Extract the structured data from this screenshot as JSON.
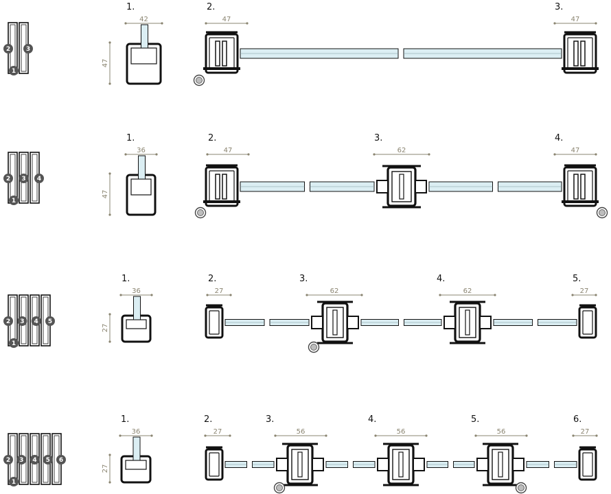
{
  "colors": {
    "frame": "#111111",
    "glass": "#dbeef3",
    "badge": "#555555",
    "dim_line": "#8a8470",
    "wheel": "#bdbdbd"
  },
  "rows": [
    {
      "icon_badges": [
        "1",
        "2",
        "3"
      ],
      "detail": {
        "label": "1.",
        "width": "42",
        "height": "47"
      },
      "sections": [
        {
          "label": "2.",
          "dim": "47"
        },
        {
          "label": "3.",
          "dim": "47"
        }
      ]
    },
    {
      "icon_badges": [
        "1",
        "2",
        "3",
        "4"
      ],
      "detail": {
        "label": "1.",
        "width": "36",
        "height": "47"
      },
      "sections": [
        {
          "label": "2.",
          "dim": "47"
        },
        {
          "label": "3.",
          "dim": "62"
        },
        {
          "label": "4.",
          "dim": "47"
        }
      ]
    },
    {
      "icon_badges": [
        "1",
        "2",
        "3",
        "4",
        "5"
      ],
      "detail": {
        "label": "1.",
        "width": "36",
        "height": "27"
      },
      "sections": [
        {
          "label": "2.",
          "dim": "27"
        },
        {
          "label": "3.",
          "dim": "62"
        },
        {
          "label": "4.",
          "dim": "62"
        },
        {
          "label": "5.",
          "dim": "27"
        }
      ]
    },
    {
      "icon_badges": [
        "1",
        "2",
        "3",
        "4",
        "5",
        "6"
      ],
      "detail": {
        "label": "1.",
        "width": "36",
        "height": "27"
      },
      "sections": [
        {
          "label": "2.",
          "dim": "27"
        },
        {
          "label": "3.",
          "dim": "56"
        },
        {
          "label": "4.",
          "dim": "56"
        },
        {
          "label": "5.",
          "dim": "56"
        },
        {
          "label": "6.",
          "dim": "27"
        }
      ]
    }
  ]
}
